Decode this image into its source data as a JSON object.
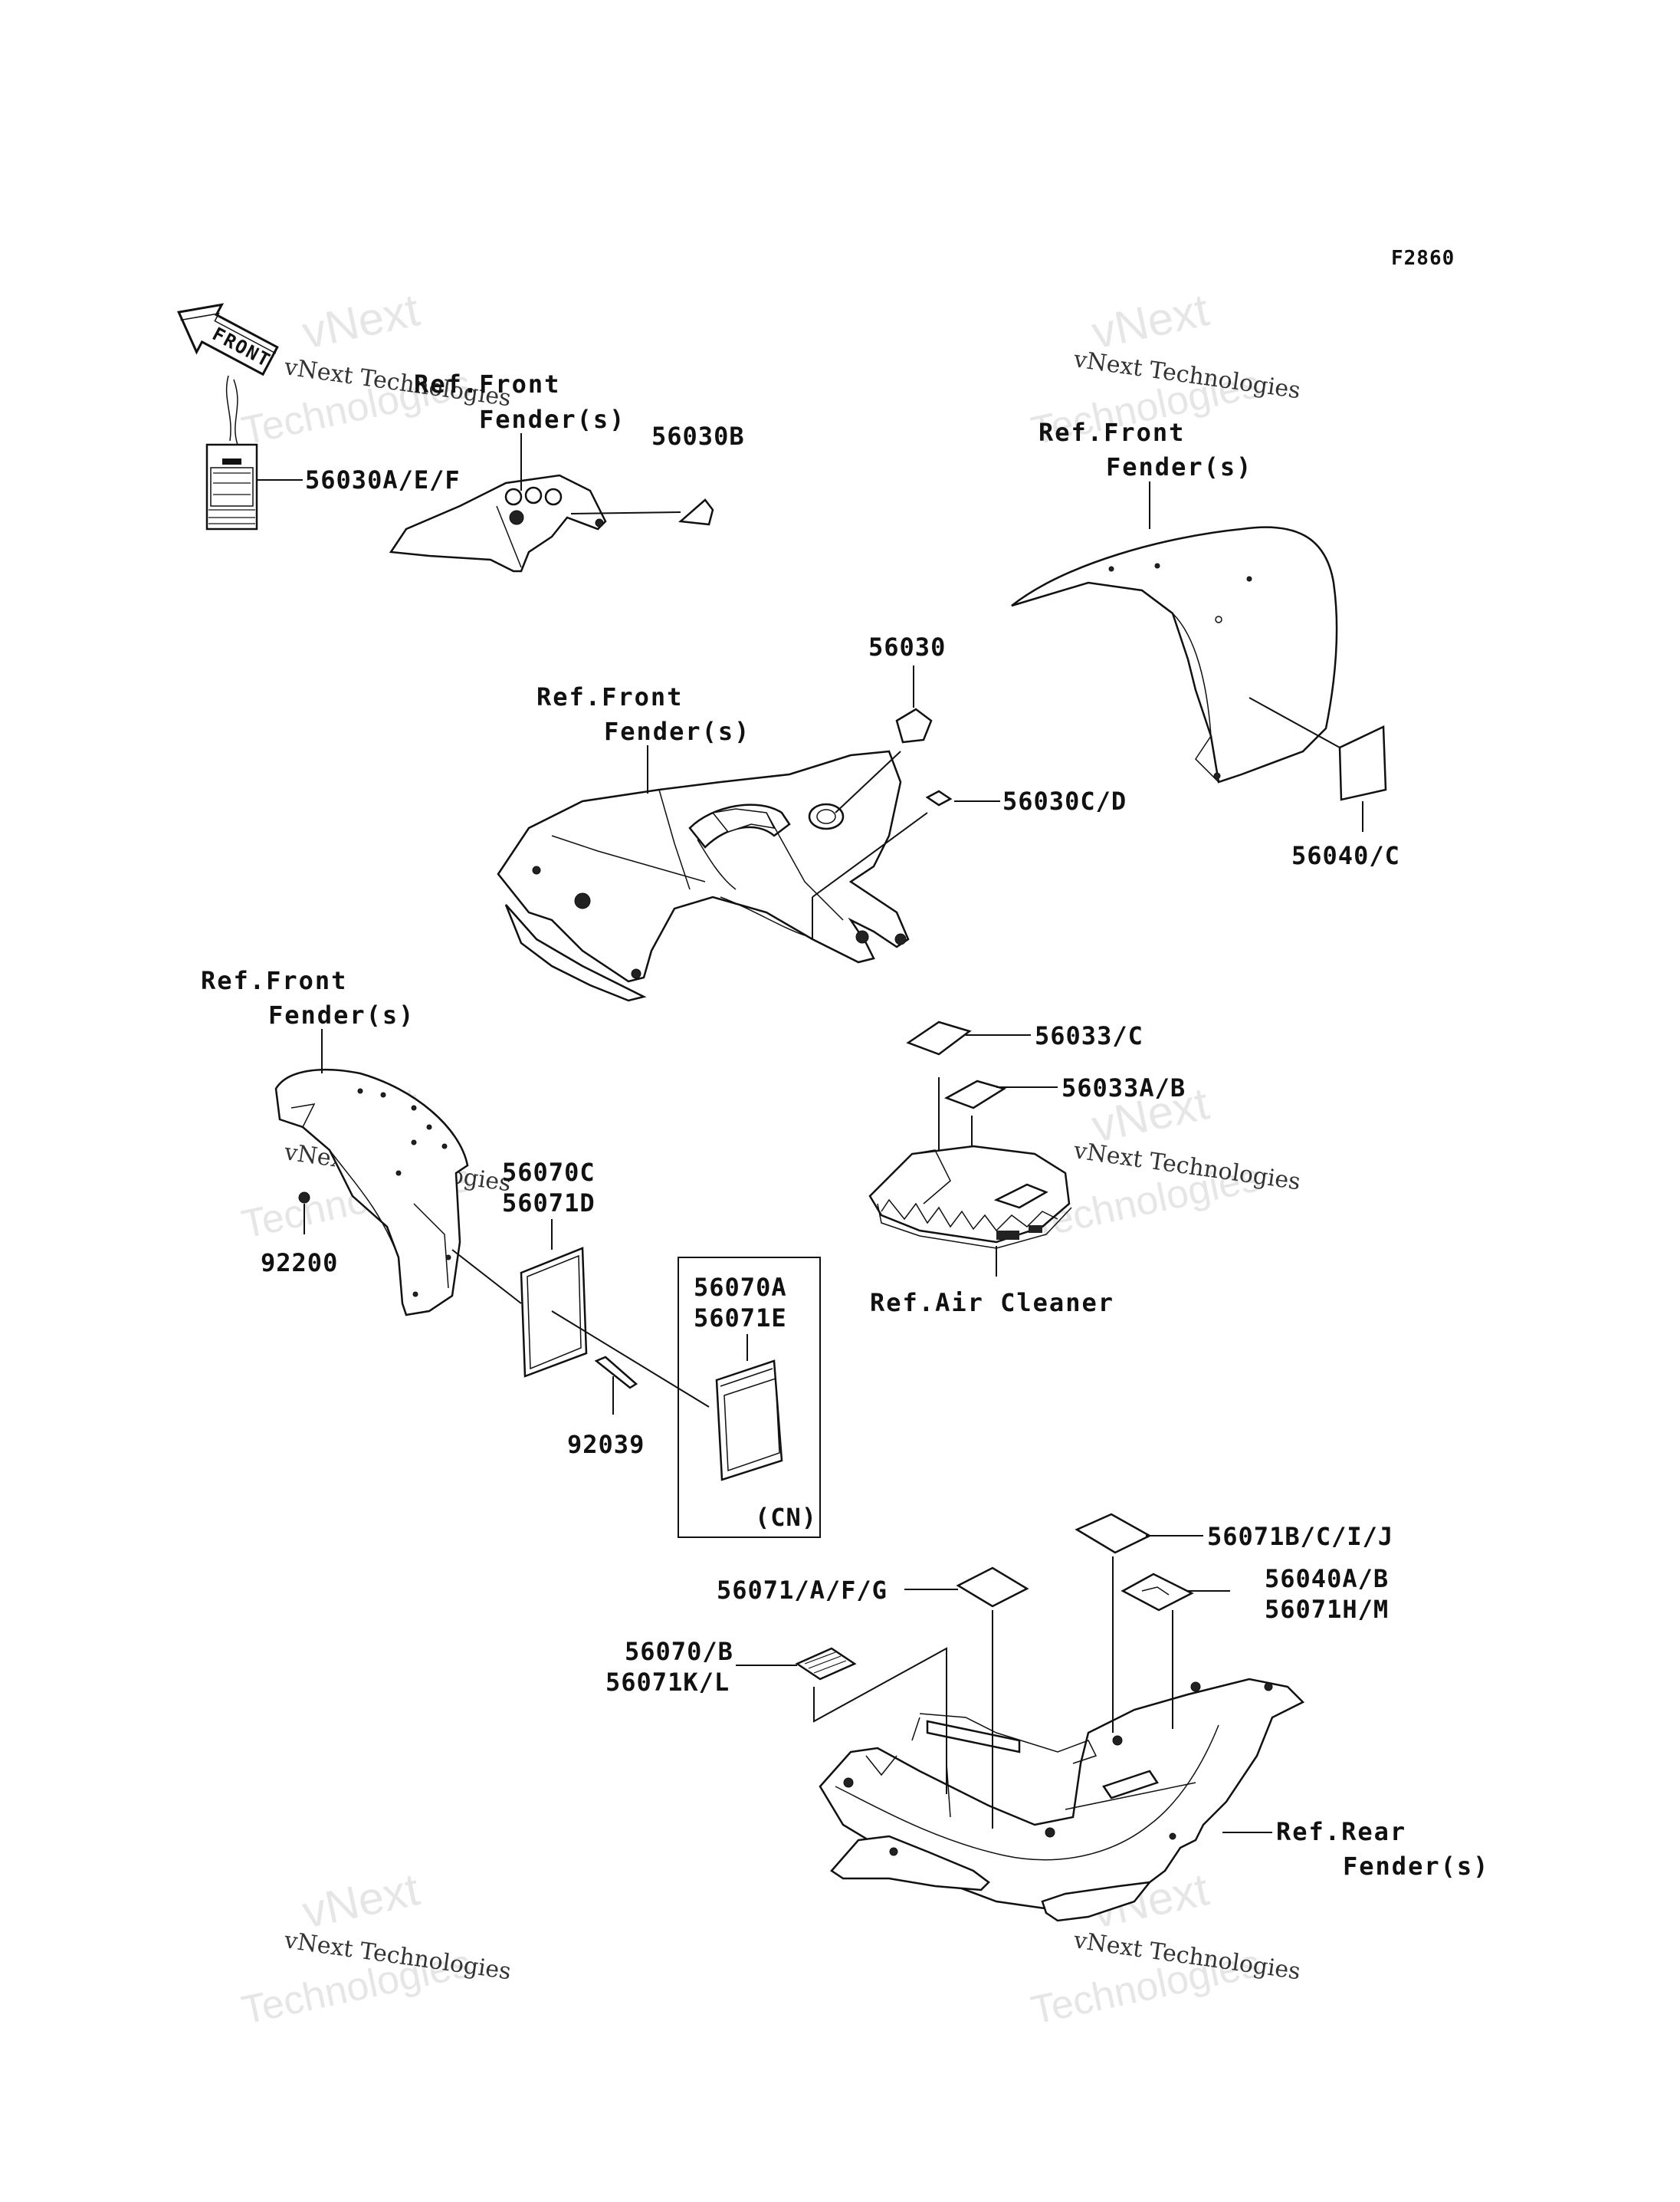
{
  "figure_code": "F2860",
  "front_arrow": "FRONT",
  "watermark": {
    "line1": "vNext Technologies",
    "big_top": "vNext",
    "big_bottom": "Technologies"
  },
  "labels": {
    "p56030B": "56030B",
    "p56030": "56030",
    "p56030AEF": "56030A/E/F",
    "p56030CD": "56030C/D",
    "p56040C": "56040/C",
    "p56033C": "56033/C",
    "p56033AB": "56033A/B",
    "p56070C": "56070C",
    "p56071D": "56071D",
    "p92200": "92200",
    "p92039": "92039",
    "p56070A": "56070A",
    "p56071E": "56071E",
    "cn": "(CN)",
    "p56071BCIJ": "56071B/C/I/J",
    "p56071AFG": "56071/A/F/G",
    "p56040AB": "56040A/B",
    "p56071HM": "56071H/M",
    "p56070B": "56070/B",
    "p56071KL": "56071K/L"
  },
  "refs": {
    "ref_front": "Ref.Front",
    "fender_s": "Fender(s)",
    "ref_air": "Ref.Air Cleaner",
    "ref_rear": "Ref.Rear"
  }
}
